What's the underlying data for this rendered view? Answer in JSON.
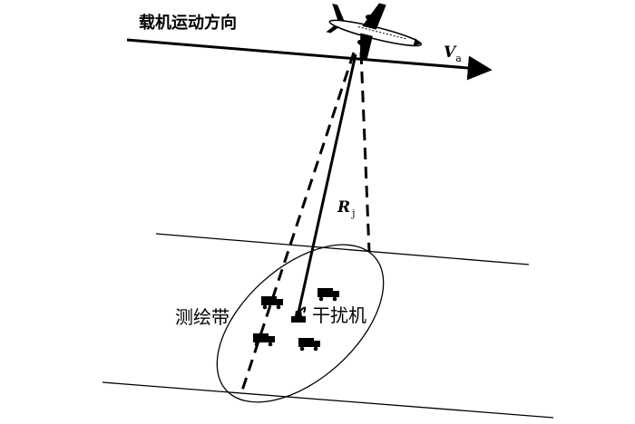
{
  "labels": {
    "platform_direction": "载机运动方向",
    "velocity_symbol": "V",
    "velocity_subscript": "a",
    "range_symbol": "R",
    "range_subscript": "j",
    "swath": "测绘带",
    "jammer": "干扰机"
  },
  "icons": {
    "aircraft": "airplane-icon",
    "target": "truck-icon",
    "jammer": "radar-dish-icon"
  },
  "colors": {
    "line": "#000000",
    "background": "#ffffff"
  }
}
